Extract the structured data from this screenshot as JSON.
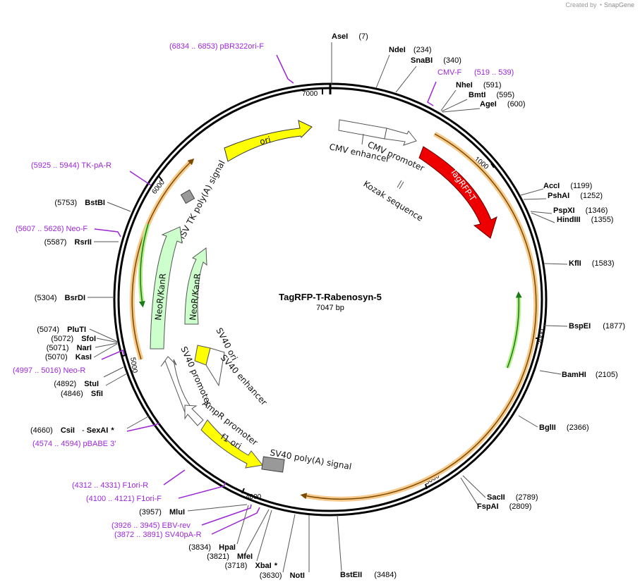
{
  "credit": {
    "prefix": "Created by",
    "brand": "SnapGene"
  },
  "plasmid": {
    "name": "TagRFP-T-Rabenosyn-5",
    "length_label": "7047 bp",
    "length": 7047
  },
  "ticks": [
    "1000",
    "2000",
    "3000",
    "4000",
    "5000",
    "6000",
    "7000"
  ],
  "colors": {
    "primer": "#9c27d6",
    "ori": "#ffff00",
    "tagrfp": "#ff0000",
    "neor": "#ccffcc",
    "orf": "#f5a623",
    "polyA": "#999999"
  },
  "sites": [
    {
      "name": "AseI",
      "pos": "(7)",
      "star": ""
    },
    {
      "name": "NdeI",
      "pos": "(234)",
      "star": ""
    },
    {
      "name": "SnaBI",
      "pos": "(340)",
      "star": ""
    },
    {
      "name": "NheI",
      "pos": "(591)",
      "star": ""
    },
    {
      "name": "BmtI",
      "pos": "(595)",
      "star": ""
    },
    {
      "name": "AgeI",
      "pos": "(600)",
      "star": ""
    },
    {
      "name": "AccI",
      "pos": "(1199)",
      "star": ""
    },
    {
      "name": "PshAI",
      "pos": "(1252)",
      "star": ""
    },
    {
      "name": "PspXI",
      "pos": "(1346)",
      "star": ""
    },
    {
      "name": "HindIII",
      "pos": "(1355)",
      "star": ""
    },
    {
      "name": "KflI",
      "pos": "(1583)",
      "star": ""
    },
    {
      "name": "BspEI",
      "pos": "(1877)",
      "star": ""
    },
    {
      "name": "BamHI",
      "pos": "(2105)",
      "star": ""
    },
    {
      "name": "BglII",
      "pos": "(2366)",
      "star": ""
    },
    {
      "name": "SacII",
      "pos": "(2789)",
      "star": ""
    },
    {
      "name": "FspAI",
      "pos": "(2809)",
      "star": ""
    },
    {
      "name": "BstEII",
      "pos": "(3484)",
      "star": ""
    },
    {
      "name": "NotI",
      "pos": "(3630)",
      "star": ""
    },
    {
      "name": "XbaI",
      "pos": "(3718)",
      "star": "*"
    },
    {
      "name": "MfeI",
      "pos": "(3821)",
      "star": ""
    },
    {
      "name": "HpaI",
      "pos": "(3834)",
      "star": ""
    },
    {
      "name": "MluI",
      "pos": "(3957)",
      "star": ""
    },
    {
      "name": "CsiI",
      "pos": "(4660)",
      "star": ""
    },
    {
      "name": "SexAI",
      "pos": "",
      "star": "*"
    },
    {
      "name": "SfiI",
      "pos": "(4846)",
      "star": ""
    },
    {
      "name": "StuI",
      "pos": "(4892)",
      "star": ""
    },
    {
      "name": "KasI",
      "pos": "(5070)",
      "star": ""
    },
    {
      "name": "NarI",
      "pos": "(5071)",
      "star": ""
    },
    {
      "name": "SfoI",
      "pos": "(5072)",
      "star": ""
    },
    {
      "name": "PluTI",
      "pos": "(5074)",
      "star": ""
    },
    {
      "name": "BsrDI",
      "pos": "(5304)",
      "star": ""
    },
    {
      "name": "RsrII",
      "pos": "(5587)",
      "star": ""
    },
    {
      "name": "BstBI",
      "pos": "(5753)",
      "star": ""
    }
  ],
  "primers": [
    {
      "text": "(6834 .. 6853)  pBR322ori-F"
    },
    {
      "text": "CMV-F"
    },
    {
      "text": "(519 .. 539)"
    },
    {
      "text": "(5925 .. 5944)  TK-pA-R"
    },
    {
      "text": "(5607 .. 5626)  Neo-F"
    },
    {
      "text": "(4997 .. 5016)  Neo-R"
    },
    {
      "text": "(4574 .. 4594)  pBABE 3'"
    },
    {
      "text": "(4312 .. 4331)  F1ori-R"
    },
    {
      "text": "(4100 .. 4121)  F1ori-F"
    },
    {
      "text": "(3926 .. 3945)  EBV-rev"
    },
    {
      "text": "(3872 .. 3891)  SV40pA-R"
    }
  ],
  "features": [
    {
      "name": "ori"
    },
    {
      "name": "CMV enhancer"
    },
    {
      "name": "CMV promoter"
    },
    {
      "name": "TagRFP-T"
    },
    {
      "name": "Kozak sequence"
    },
    {
      "name": "HSV TK poly(A) signal"
    },
    {
      "name": "NeoR/KanR"
    },
    {
      "name": "NeoR/KanR"
    },
    {
      "name": "SV40 ori"
    },
    {
      "name": "SV40 enhancer"
    },
    {
      "name": "SV40 promoter"
    },
    {
      "name": "AmpR promoter"
    },
    {
      "name": "f1 ori"
    },
    {
      "name": "SV40 poly(A) signal"
    }
  ]
}
